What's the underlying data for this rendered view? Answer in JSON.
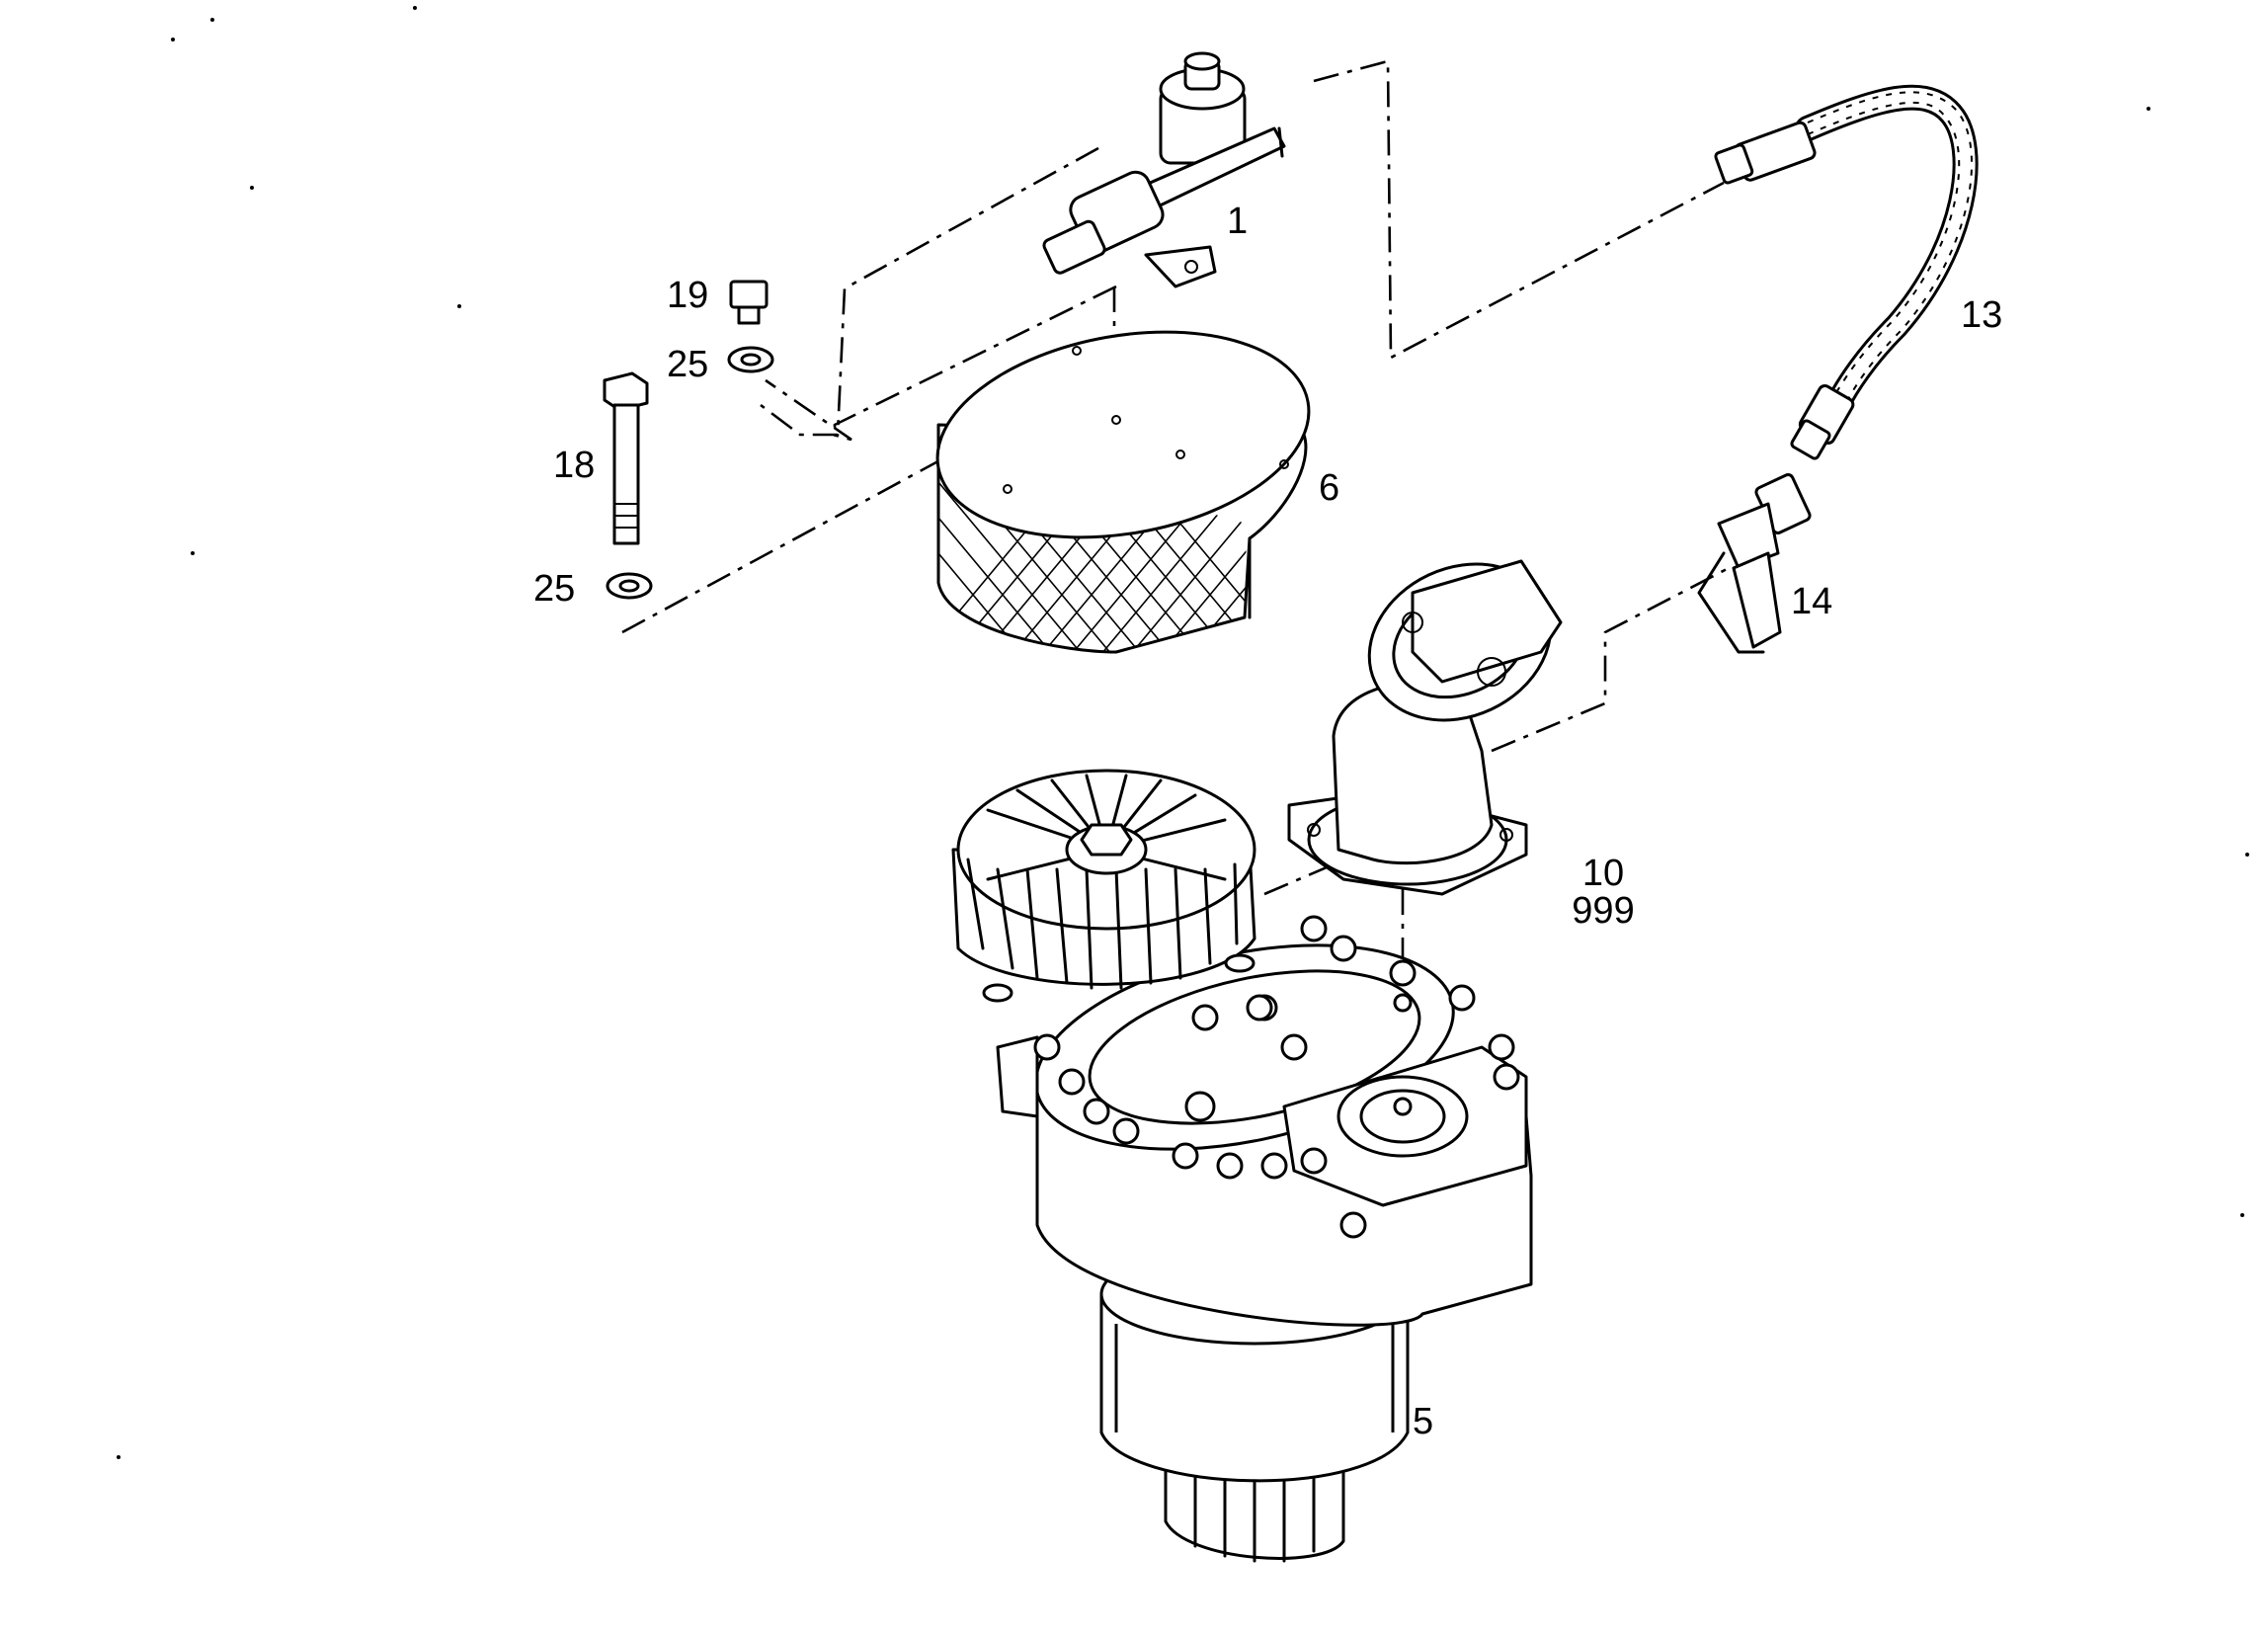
{
  "callouts": {
    "c1": "1",
    "c5": "5",
    "c6": "6",
    "c10": "10",
    "c999": "999",
    "c13": "13",
    "c14": "14",
    "c18": "18",
    "c19": "19",
    "c25a": "25",
    "c25b": "25"
  }
}
